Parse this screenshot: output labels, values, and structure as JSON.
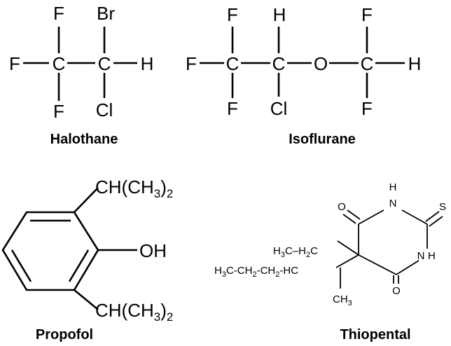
{
  "molecules": {
    "halothane": {
      "name": "Halothane",
      "atoms": {
        "f_top": "F",
        "br": "Br",
        "f_left": "F",
        "c1": "C",
        "c2": "C",
        "h": "H",
        "f_bottom": "F",
        "cl": "Cl"
      }
    },
    "isoflurane": {
      "name": "Isoflurane",
      "atoms": {
        "f_top_left": "F",
        "h_top": "H",
        "f_top_right": "F",
        "f_left": "F",
        "c1": "C",
        "c2": "C",
        "o": "O",
        "c3": "C",
        "h_right": "H",
        "f_bottom_left": "F",
        "cl": "Cl",
        "f_bottom_right": "F"
      }
    },
    "propofol": {
      "name": "Propofol",
      "groups": {
        "top": {
          "main": "CH(CH",
          "sub": "3",
          "tail": ")",
          "tail_sub": "2"
        },
        "hydroxyl": "OH",
        "bottom": {
          "main": "CH(CH",
          "sub": "3",
          "tail": ")",
          "tail_sub": "2"
        }
      }
    },
    "thiopental": {
      "name": "Thiopental",
      "atoms": {
        "o_top": "O",
        "n_top": "N",
        "h_top": "H",
        "s": "S",
        "n_right": "N",
        "h_right": "H",
        "o_bottom": "O"
      },
      "substituents": {
        "ethyl": {
          "p1": "H",
          "s1": "3",
          "p2": "C–H",
          "s2": "2",
          "p3": "C"
        },
        "pentyl": {
          "p1": "H",
          "s1": "3",
          "p2": "C-CH",
          "s2": "2",
          "p3": "-CH",
          "s3": "2",
          "p4": "-HC"
        },
        "methyl": {
          "p1": "CH",
          "s1": "3"
        }
      }
    }
  }
}
